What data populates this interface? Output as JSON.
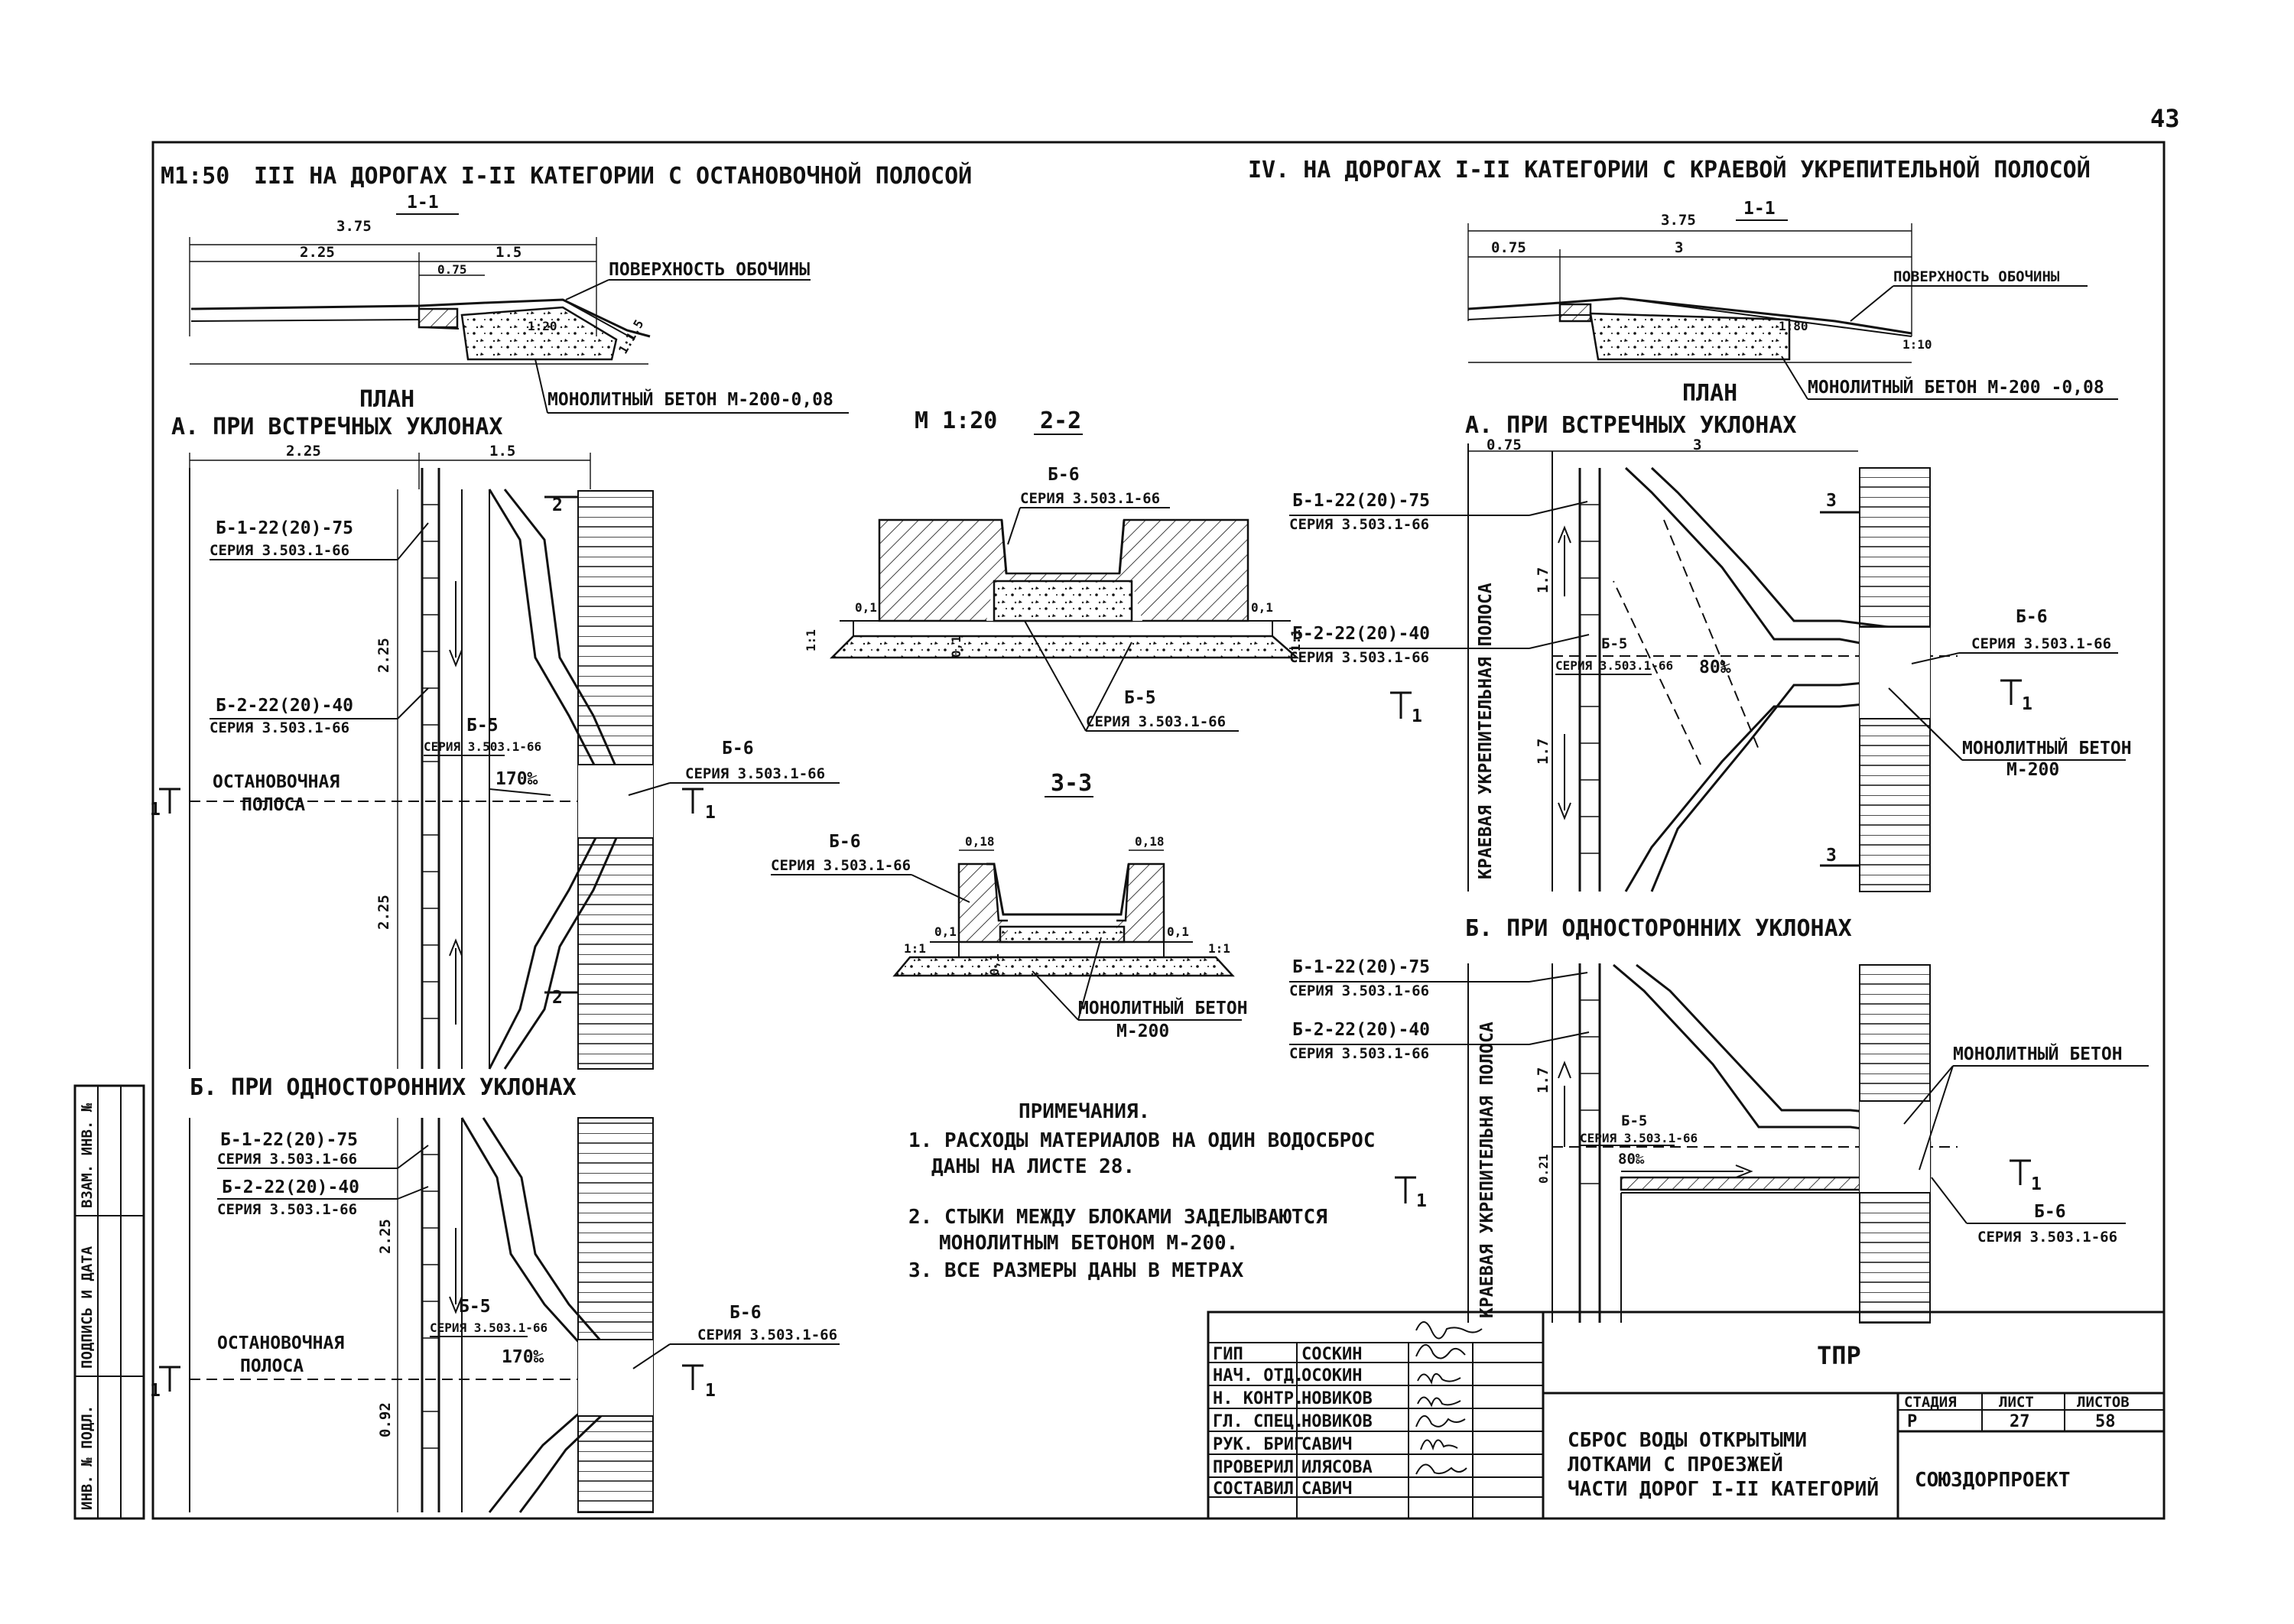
{
  "page_number": "43",
  "left": {
    "scale": "М1:50",
    "title": "III НА ДОРОГАХ I-II КАТЕГОРИИ С ОСТАНОВОЧНОЙ ПОЛОСОЙ",
    "section_mark": "1-1",
    "dims": {
      "total": "3.75",
      "a": "2.25",
      "b": "1.5",
      "c": "0.75",
      "slope1": "1:20",
      "slope2": "1:1,5"
    },
    "surface_label": "ПОВЕРХНОСТЬ ОБОЧИНЫ",
    "plan_label": "ПЛАН",
    "concrete_label": "МОНОЛИТНЫЙ БЕТОН М-200-0,08",
    "planA": {
      "title": "А. ПРИ ВСТРЕЧНЫХ УКЛОНАХ",
      "dim_a": "2.25",
      "dim_b": "1.5",
      "b1": "Б-1-22(20)-75",
      "b1_series": "СЕРИЯ 3.503.1-66",
      "b2": "Б-2-22(20)-40",
      "b2_series": "СЕРИЯ 3.503.1-66",
      "b5": "Б-5",
      "b5_series": "СЕРИЯ 3.503.1-66",
      "b6": "Б-6",
      "b6_series": "СЕРИЯ 3.503.1-66",
      "slope": "170‰",
      "strip_1": "ОСТАНОВОЧНАЯ",
      "strip_2": "ПОЛОСА",
      "v_dim1": "2.25",
      "v_dim2": "2.25",
      "cut_mark": "1",
      "mark2": "2"
    },
    "planB": {
      "title": "Б. ПРИ ОДНОСТОРОННИХ УКЛОНАХ",
      "b1": "Б-1-22(20)-75",
      "b1_series": "СЕРИЯ 3.503.1-66",
      "b2": "Б-2-22(20)-40",
      "b2_series": "СЕРИЯ 3.503.1-66",
      "b5": "Б-5",
      "b5_series": "СЕРИЯ 3.503.1-66",
      "b6": "Б-6",
      "b6_series": "СЕРИЯ 3.503.1-66",
      "slope": "170‰",
      "strip_1": "ОСТАНОВОЧНАЯ",
      "strip_2": "ПОЛОСА",
      "v_dim1": "2.25",
      "v_dim2": "0.92",
      "cut_mark": "1"
    }
  },
  "middle": {
    "scale": "М 1:20",
    "sec2": {
      "mark": "2-2",
      "b6": "Б-6",
      "b6_series": "СЕРИЯ 3.503.1-66",
      "b5": "Б-5",
      "b5_series": "СЕРИЯ 3.503.1-66",
      "dim_01a": "0,1",
      "dim_01b": "0,1",
      "dim_01c": "0,1",
      "slope_l": "1:1",
      "slope_r": "1:1"
    },
    "sec3": {
      "mark": "3-3",
      "b6": "Б-6",
      "b6_series": "СЕРИЯ 3.503.1-66",
      "dim_018a": "0,18",
      "dim_018b": "0,18",
      "dim_01a": "0,1",
      "dim_01b": "0,1",
      "dim_01c": "0,1",
      "slope_l": "1:1",
      "slope_r": "1:1",
      "concrete_1": "МОНОЛИТНЫЙ БЕТОН",
      "concrete_2": "М-200"
    },
    "notes": {
      "title": "ПРИМЕЧАНИЯ.",
      "n1a": "1. РАСХОДЫ МАТЕРИАЛОВ НА ОДИН ВОДОСБРОС",
      "n1b": "ДАНЫ НА ЛИСТЕ 28.",
      "n2a": "2. СТЫКИ МЕЖДУ БЛОКАМИ ЗАДЕЛЫВАЮТСЯ",
      "n2b": "МОНОЛИТНЫМ БЕТОНОМ М-200.",
      "n3": "3. ВСЕ РАЗМЕРЫ ДАНЫ В МЕТРАХ"
    }
  },
  "right": {
    "title": "IV. НА ДОРОГАХ I-II КАТЕГОРИИ С КРАЕВОЙ УКРЕПИТЕЛЬНОЙ ПОЛОСОЙ",
    "section_mark": "1-1",
    "dims": {
      "total": "3.75",
      "a": "0.75",
      "b": "3",
      "slope1": "1:80",
      "slope2": "1:10"
    },
    "surface_label": "ПОВЕРХНОСТЬ ОБОЧИНЫ",
    "plan_label": "ПЛАН",
    "concrete_label": "МОНОЛИТНЫЙ БЕТОН М-200 -0,08",
    "planA": {
      "title": "А. ПРИ ВСТРЕЧНЫХ УКЛОНАХ",
      "dim_a": "0.75",
      "dim_b": "3",
      "b1": "Б-1-22(20)-75",
      "b1_series": "СЕРИЯ 3.503.1-66",
      "b2": "Б-2-22(20)-40",
      "b2_series": "СЕРИЯ 3.503.1-66",
      "b5": "Б-5",
      "b5_series": "СЕРИЯ 3.503.1-66",
      "b6": "Б-6",
      "b6_series": "СЕРИЯ 3.503.1-66",
      "slope": "80‰",
      "strip": "КРАЕВАЯ УКРЕПИТЕЛЬНАЯ ПОЛОСА",
      "v_dim1": "1.7",
      "v_dim2": "1.7",
      "concrete_1": "МОНОЛИТНЫЙ БЕТОН",
      "concrete_2": "М-200",
      "cut_mark": "1",
      "mark3": "3"
    },
    "planB": {
      "title": "Б. ПРИ ОДНОСТОРОННИХ УКЛОНАХ",
      "b1": "Б-1-22(20)-75",
      "b1_series": "СЕРИЯ 3.503.1-66",
      "b2": "Б-2-22(20)-40",
      "b2_series": "СЕРИЯ 3.503.1-66",
      "b5": "Б-5",
      "b5_series": "СЕРИЯ 3.503.1-66",
      "b6": "Б-6",
      "b6_series": "СЕРИЯ 3.503.1-66",
      "slope": "80‰",
      "strip": "КРАЕВАЯ УКРЕПИТЕЛЬНАЯ ПОЛОСА",
      "v_dim1": "1.7",
      "v_dim2": "0.21",
      "concrete": "МОНОЛИТНЫЙ БЕТОН",
      "cut_mark": "1"
    }
  },
  "side_stamp": {
    "c1": "ИНВ. № ПОДЛ.",
    "c2": "ПОДПИСЬ И ДАТА",
    "c3": "ВЗАМ. ИНВ. №"
  },
  "title_block": {
    "rows": [
      {
        "role": "ГИП",
        "name": "СОСКИН"
      },
      {
        "role": "НАЧ. ОТД.",
        "name": "ОСОКИН"
      },
      {
        "role": "Н. КОНТР.",
        "name": "НОВИКОВ"
      },
      {
        "role": "ГЛ. СПЕЦ.",
        "name": "НОВИКОВ"
      },
      {
        "role": "РУК. БРИГ.",
        "name": "САВИЧ"
      },
      {
        "role": "ПРОВЕРИЛ",
        "name": "ИЛЯСОВА"
      },
      {
        "role": "СОСТАВИЛ",
        "name": "САВИЧ"
      }
    ],
    "project": "ТПР",
    "desc_1": "СБРОС ВОДЫ ОТКРЫТЫМИ",
    "desc_2": "ЛОТКАМИ С ПРОЕЗЖЕЙ",
    "desc_3": "ЧАСТИ ДОРОГ I-II КАТЕГОРИЙ",
    "h_stage": "СТАДИЯ",
    "h_sheet": "ЛИСТ",
    "h_sheets": "ЛИСТОВ",
    "stage": "Р",
    "sheet": "27",
    "sheets": "58",
    "org": "СОЮЗДОРПРОЕКТ"
  }
}
